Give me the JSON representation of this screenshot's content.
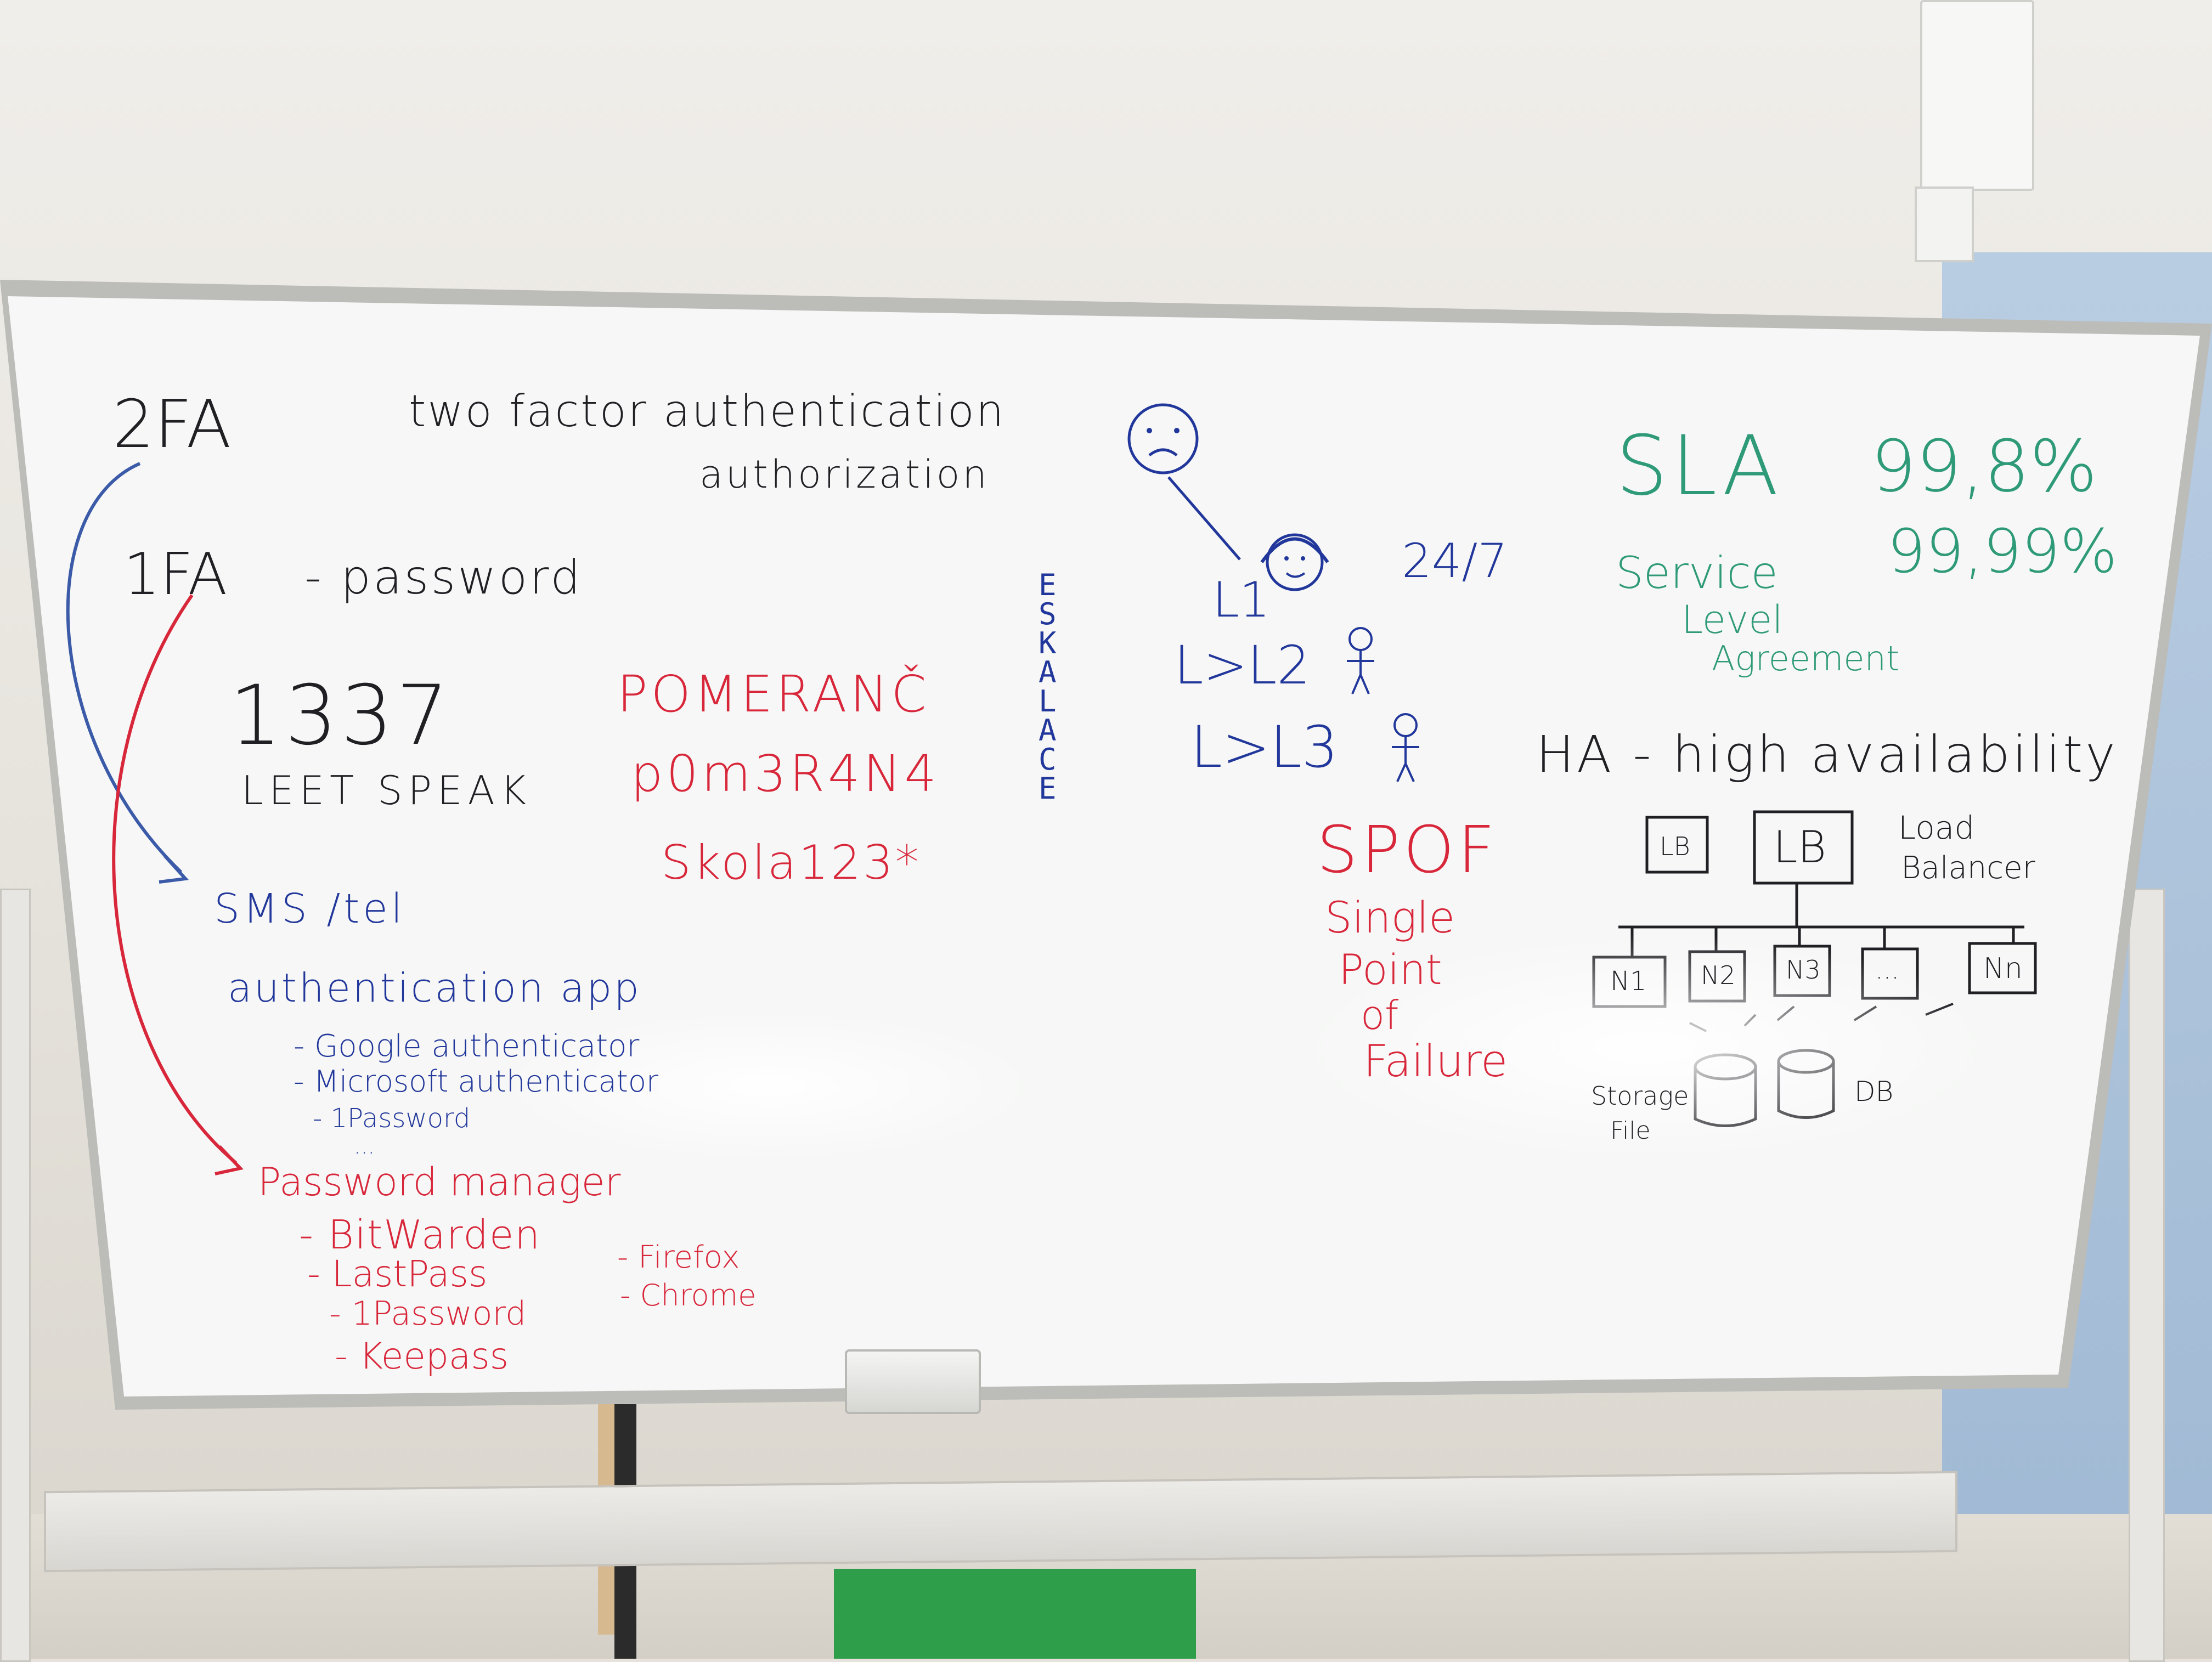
{
  "board": {
    "twofa": "2FA",
    "twofa_meaning_1": "two factor authentication",
    "twofa_meaning_2": "authorization",
    "onefa": "1FA",
    "onefa_desc": "- password",
    "leet_number": "1337",
    "leet_label": "LEET SPEAK",
    "pomeranc_1": "POMERANČ",
    "pomeranc_2": "p0m3R4N4",
    "skola": "Skola123*",
    "second_factor": {
      "sms": "SMS /tel",
      "auth_app": "authentication app",
      "apps": [
        "- Google authenticator",
        "- Microsoft authenticator",
        "- 1Password",
        "..."
      ]
    },
    "password_manager": {
      "title": "Password manager",
      "items": [
        "- BitWarden",
        "- LastPass",
        "- 1Password",
        "- Keepass"
      ],
      "browsers": [
        "- Firefox",
        "- Chrome"
      ]
    },
    "support": {
      "eskalace": [
        "E",
        "S",
        "K",
        "A",
        "L",
        "A",
        "C",
        "E"
      ],
      "l1": "L1",
      "l2": "L>L2",
      "l3": "L>L3",
      "hours": "24/7"
    },
    "sla": {
      "title": "SLA",
      "pct_1": "99,8%",
      "pct_2": "99,99%",
      "expansion": [
        "Service",
        "Level",
        "Agreement"
      ]
    },
    "ha": {
      "title": "HA - high availability",
      "lb_small": "LB",
      "lb_main": "LB",
      "lb_caption": [
        "Load",
        "Balancer"
      ],
      "nodes": [
        "N1",
        "N2",
        "N3",
        "...",
        "Nn"
      ],
      "storage": [
        "Storage",
        "File"
      ],
      "db": "DB"
    },
    "spof": {
      "title": "SPOF",
      "expansion": [
        "Single",
        "Point",
        "of",
        "Failure"
      ]
    }
  },
  "colors": {
    "black_marker": "#1f1f24",
    "blue_marker": "#22379b",
    "red_marker": "#d8263a",
    "green_marker": "#2f9a78",
    "board": "#f6f7f6"
  }
}
